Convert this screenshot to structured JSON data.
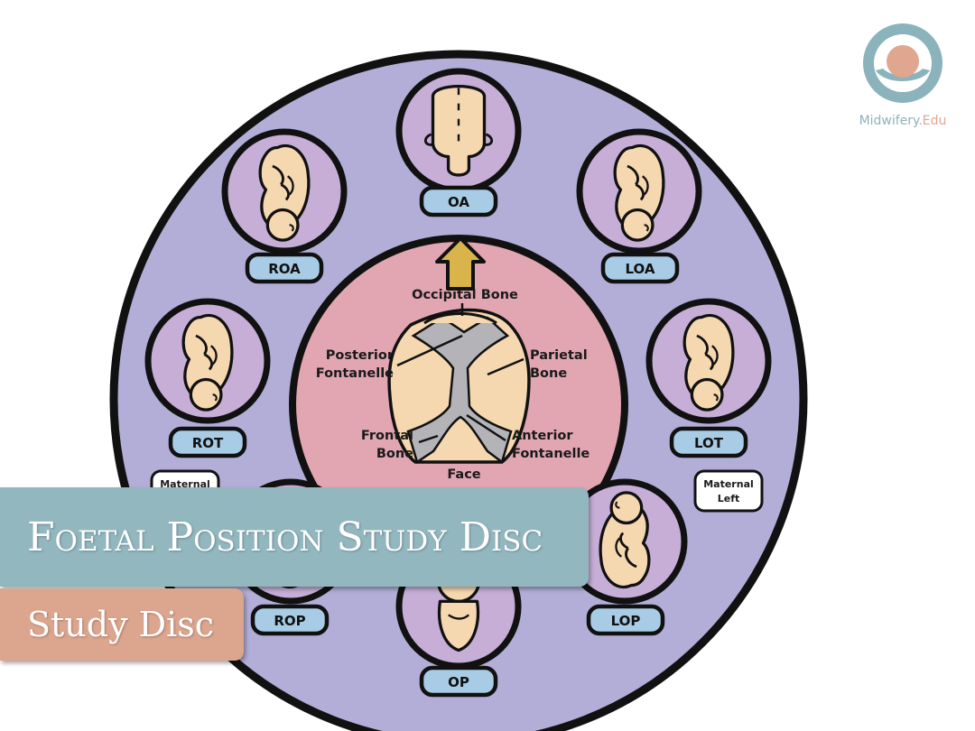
{
  "logo": {
    "brand": "Midwifery",
    "suffix": ".Edu"
  },
  "center": {
    "labels": {
      "occipital": "Occipital Bone",
      "posterior_1": "Posterior",
      "posterior_2": "Fontanelle",
      "parietal_1": "Parietal",
      "parietal_2": "Bone",
      "frontal_1": "Frontal",
      "frontal_2": "Bone",
      "anterior_1": "Anterior",
      "anterior_2": "Fontanelle",
      "face": "Face"
    }
  },
  "positions": {
    "oa": "OA",
    "loa": "LOA",
    "lot": "LOT",
    "lop": "LOP",
    "op": "OP",
    "rop": "ROP",
    "rot": "ROT",
    "roa": "ROA"
  },
  "maternal": {
    "left_1": "Maternal",
    "left_2": "Left",
    "right_1": "Maternal"
  },
  "banner": {
    "title": "Foetal Position Study Disc",
    "subtitle": "Study Disc"
  },
  "colors": {
    "disc": "#b2aed8",
    "center": "#e2a6b3",
    "bubble": "#c6aed6",
    "skin": "#f5d7b0",
    "label_bg": "#a9cce6",
    "arrow": "#d9b44a",
    "banner_title": "#92b7bf",
    "banner_sub": "#dba58e"
  }
}
